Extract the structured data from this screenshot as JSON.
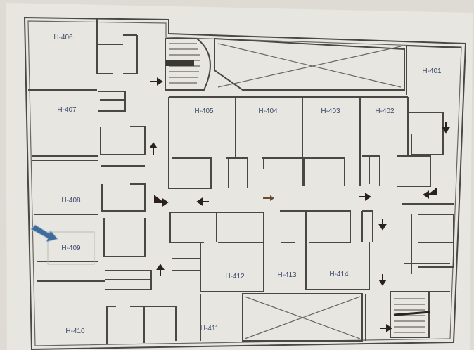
{
  "floor_plan": {
    "rooms": [
      {
        "id": "H-406"
      },
      {
        "id": "H-407"
      },
      {
        "id": "H-408"
      },
      {
        "id": "H-409"
      },
      {
        "id": "H-410"
      },
      {
        "id": "H-411"
      },
      {
        "id": "H-412"
      },
      {
        "id": "H-413"
      },
      {
        "id": "H-414"
      },
      {
        "id": "H-405"
      },
      {
        "id": "H-404"
      },
      {
        "id": "H-403"
      },
      {
        "id": "H-402"
      },
      {
        "id": "H-401"
      }
    ],
    "you_are_here_room": "H-409",
    "colors": {
      "paper": "#e8e6e1",
      "walls": "#4a4845",
      "labels": "#3a4a6a",
      "marker": "#3d6b9a"
    }
  }
}
